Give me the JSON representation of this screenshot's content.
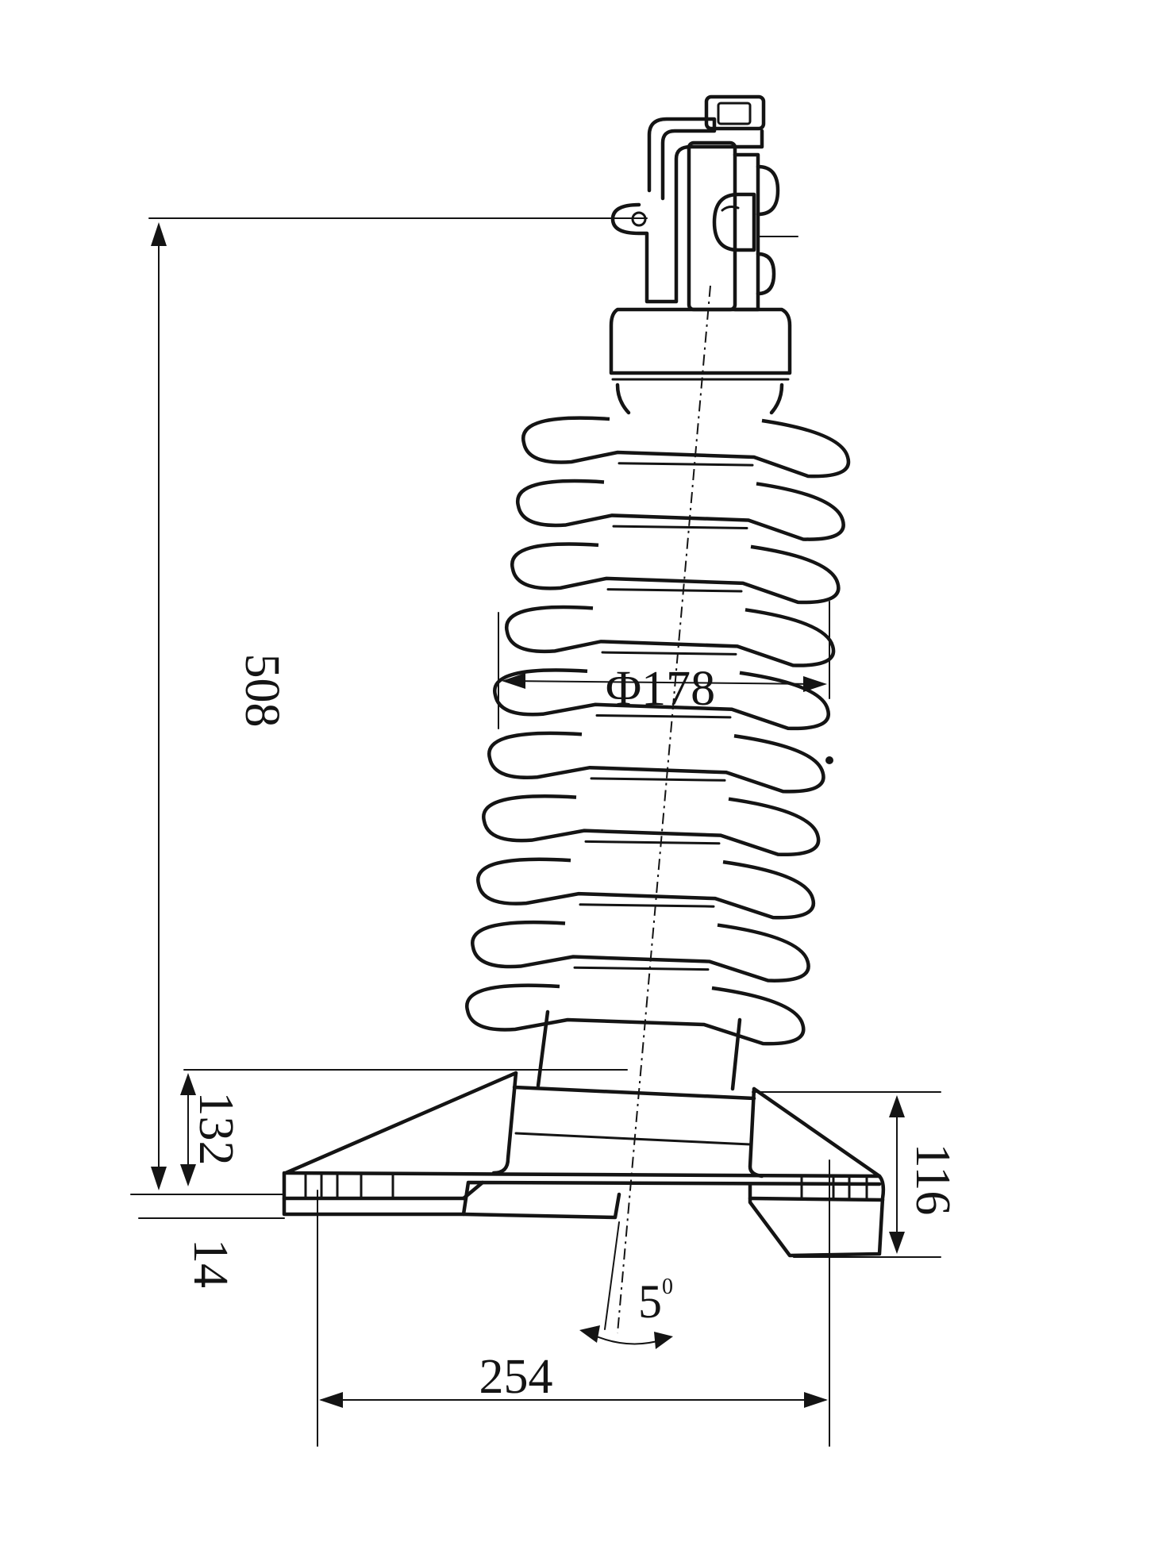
{
  "dimensions": {
    "overall_height": "508",
    "shed_diameter": "Φ178",
    "base_height": "132",
    "flange_thickness": "14",
    "foot_height": "116",
    "base_width": "254",
    "tilt_angle_value": "5",
    "tilt_angle_unit": "0"
  },
  "colors": {
    "ink": "#141414",
    "paper": "#ffffff"
  }
}
